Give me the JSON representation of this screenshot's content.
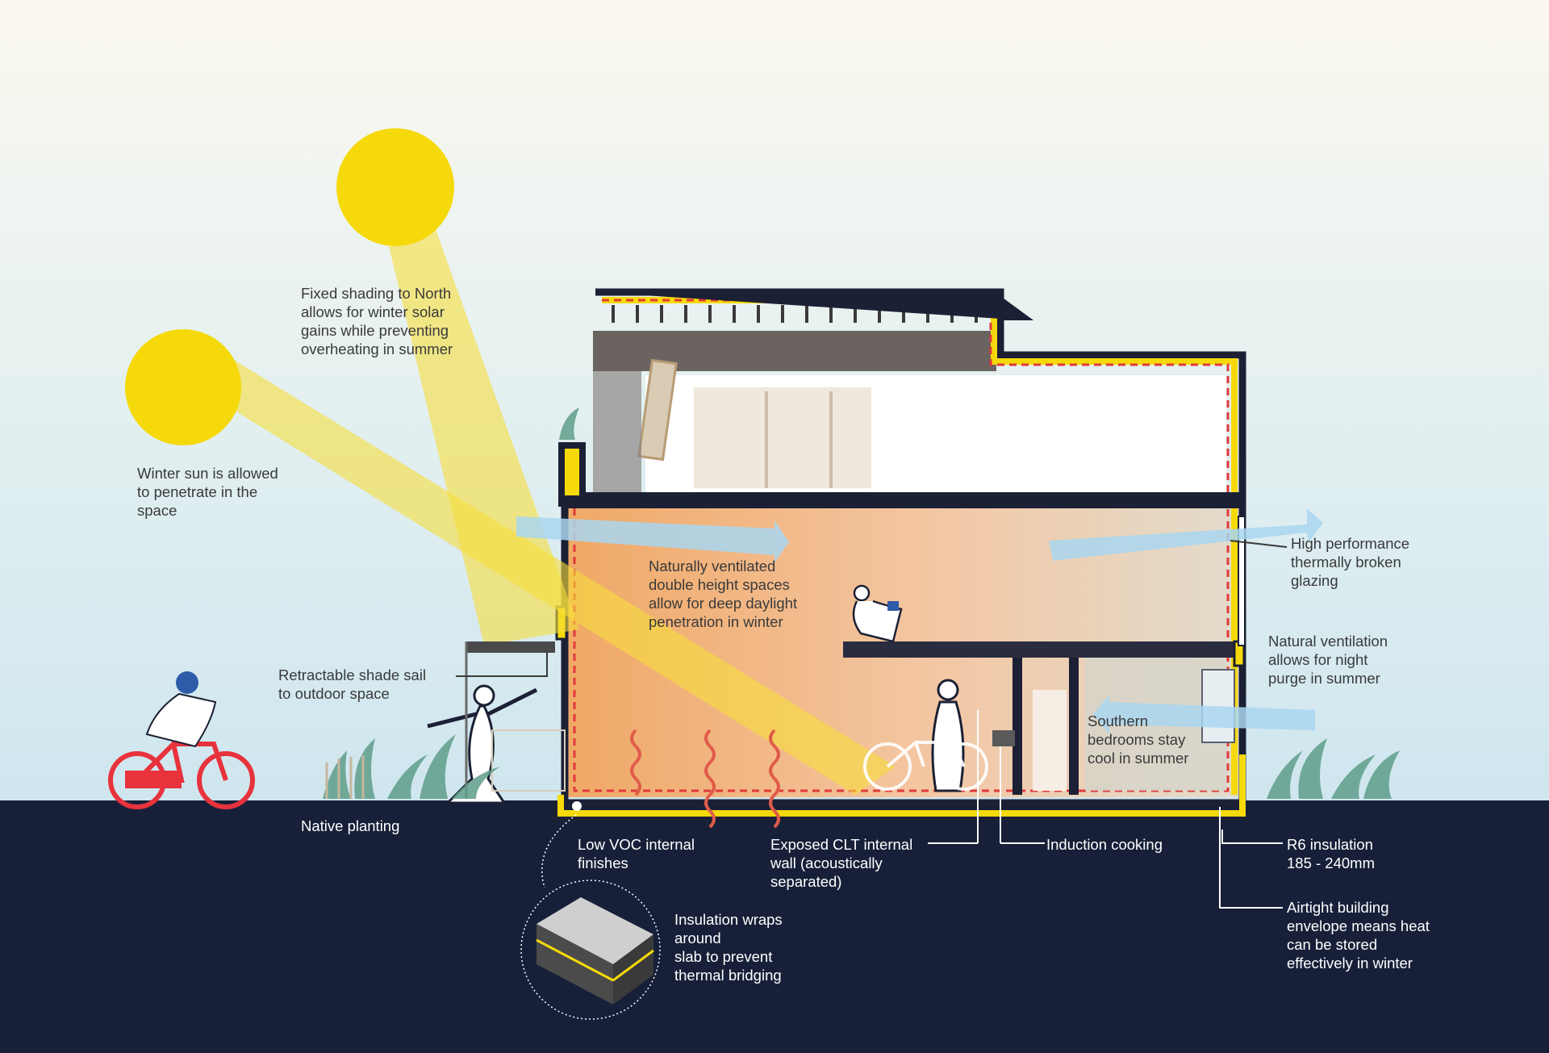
{
  "annotations": {
    "fixed_shading": [
      "Fixed shading to North",
      "allows for winter solar",
      "gains while preventing",
      "overheating in summer"
    ],
    "winter_sun": [
      "Winter sun is allowed",
      "to penetrate in the",
      "space"
    ],
    "naturally_ventilated": [
      "Naturally ventilated",
      "double height spaces",
      "allow for deep daylight",
      "penetration in winter"
    ],
    "high_performance_glazing": [
      "High performance",
      "thermally broken",
      "glazing"
    ],
    "natural_ventilation": [
      "Natural ventilation",
      "allows for night",
      "purge in summer"
    ],
    "retractable_shade": [
      "Retractable shade sail",
      "to outdoor space"
    ],
    "southern_bedrooms": [
      "Southern",
      "bedrooms stay",
      "cool in summer"
    ],
    "native_planting": [
      "Native planting"
    ],
    "low_voc": [
      "Low VOC internal",
      "finishes"
    ],
    "exposed_clt": [
      "Exposed CLT internal",
      "wall (acoustically",
      "separated)"
    ],
    "induction_cooking": [
      "Induction cooking"
    ],
    "r6_insulation": [
      "R6 insulation",
      "185 - 240mm"
    ],
    "airtight_envelope": [
      "Airtight building",
      "envelope means heat",
      "can be stored",
      "effectively in winter"
    ],
    "insulation_wraps": [
      "Insulation wraps",
      "around",
      "slab to prevent",
      "thermal bridging"
    ]
  },
  "colors": {
    "sun": "#f5d90a",
    "sun_beam": "#f8e25a",
    "ground": "#172038",
    "building_outline": "#1c2035",
    "insulation": "#f5d90a",
    "airtight_line": "#e03a3a",
    "airflow": "#a9d6f0",
    "warm_interior": "#f0b079",
    "bicycle_red": "#e8323c",
    "helmet_blue": "#2f5ca8"
  }
}
